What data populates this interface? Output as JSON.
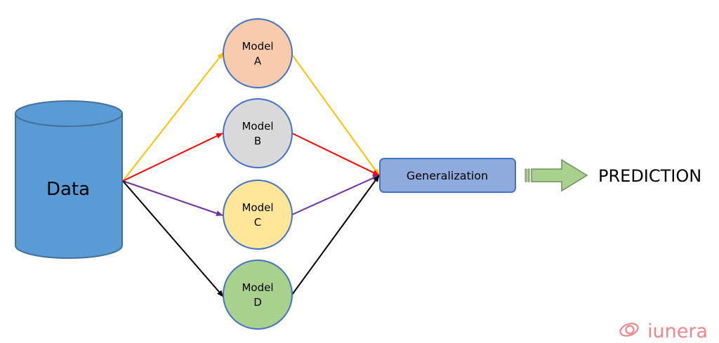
{
  "data_label": "Data",
  "models": [
    {
      "line1": "Model",
      "line2": "A",
      "fill": "#f8cbad",
      "arrow_color": "#ffc000"
    },
    {
      "line1": "Model",
      "line2": "B",
      "fill": "#d9d9d9",
      "arrow_color": "#ff0000"
    },
    {
      "line1": "Model",
      "line2": "C",
      "fill": "#ffe699",
      "arrow_color": "#7030a0"
    },
    {
      "line1": "Model",
      "line2": "D",
      "fill": "#a9d18e",
      "arrow_color": "#000000"
    }
  ],
  "generalization_label": "Generalization",
  "prediction_label": "PREDICTION",
  "logo_text": "iunera",
  "colors": {
    "cylinder_fill": "#5b9bd5",
    "cylinder_stroke": "#41719c",
    "circle_stroke": "#4472c4",
    "generalization_fill": "#8faadc",
    "big_arrow_fill": "#a9d18e",
    "logo": "#f0868c"
  }
}
